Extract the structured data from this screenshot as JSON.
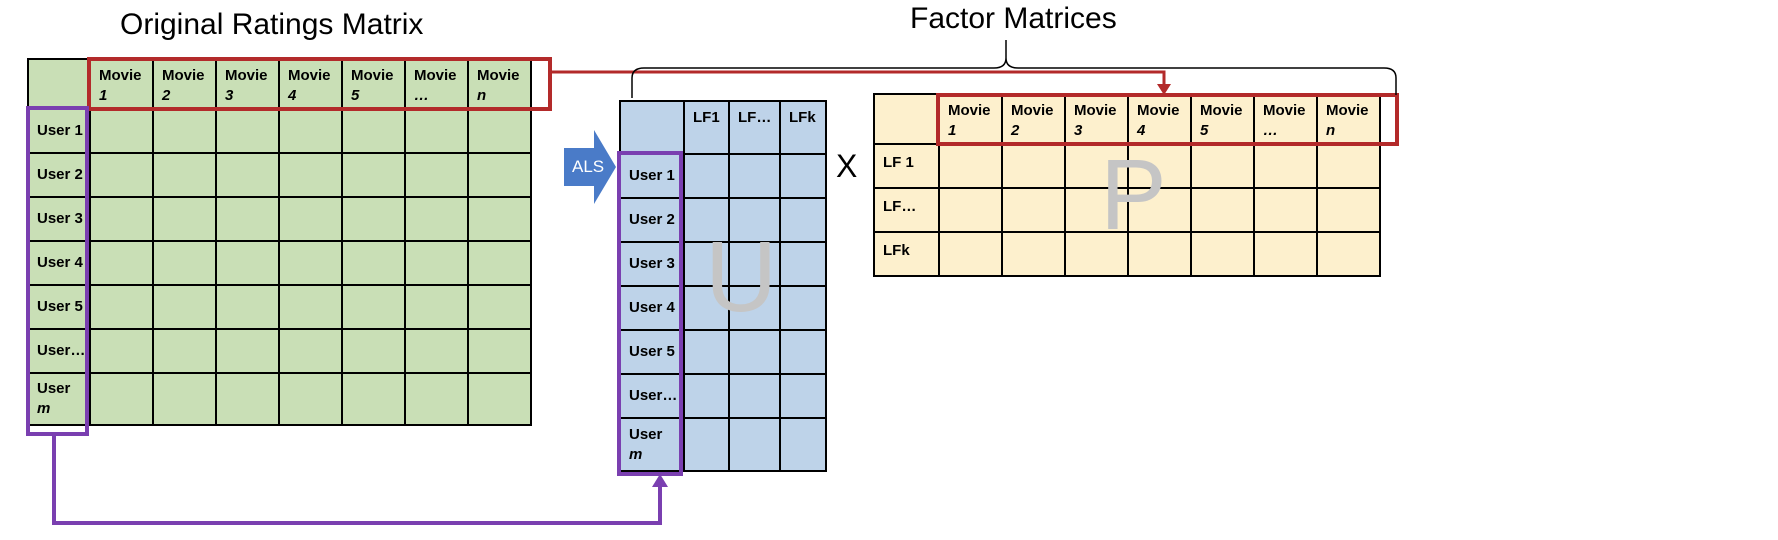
{
  "titles": {
    "original": "Original Ratings Matrix",
    "factor": "Factor Matrices"
  },
  "ratings_matrix": {
    "movie_headers": [
      {
        "line1": "Movie",
        "line2": "1"
      },
      {
        "line1": "Movie",
        "line2": "2"
      },
      {
        "line1": "Movie",
        "line2": "3"
      },
      {
        "line1": "Movie",
        "line2": "4"
      },
      {
        "line1": "Movie",
        "line2": "5"
      },
      {
        "line1": "Movie",
        "line2": "…"
      },
      {
        "line1": "Movie",
        "line2": "n"
      }
    ],
    "user_rows": [
      {
        "line1": "User 1",
        "line2": ""
      },
      {
        "line1": "User 2",
        "line2": ""
      },
      {
        "line1": "User 3",
        "line2": ""
      },
      {
        "line1": "User 4",
        "line2": ""
      },
      {
        "line1": "User 5",
        "line2": ""
      },
      {
        "line1": "User…",
        "line2": ""
      },
      {
        "line1": "User",
        "line2": "m"
      }
    ]
  },
  "als_label": "ALS",
  "u_matrix": {
    "label": "U",
    "factor_headers": [
      "LF1",
      "LF…",
      "LFk"
    ],
    "user_rows": [
      {
        "line1": "User 1",
        "line2": ""
      },
      {
        "line1": "User 2",
        "line2": ""
      },
      {
        "line1": "User 3",
        "line2": ""
      },
      {
        "line1": "User 4",
        "line2": ""
      },
      {
        "line1": "User 5",
        "line2": ""
      },
      {
        "line1": "User…",
        "line2": ""
      },
      {
        "line1": "User",
        "line2": "m"
      }
    ]
  },
  "multiply_symbol": "X",
  "p_matrix": {
    "label": "P",
    "movie_headers": [
      {
        "line1": "Movie",
        "line2": "1"
      },
      {
        "line1": "Movie",
        "line2": "2"
      },
      {
        "line1": "Movie",
        "line2": "3"
      },
      {
        "line1": "Movie",
        "line2": "4"
      },
      {
        "line1": "Movie",
        "line2": "5"
      },
      {
        "line1": "Movie",
        "line2": "…"
      },
      {
        "line1": "Movie",
        "line2": "n"
      }
    ],
    "factor_rows": [
      "LF 1",
      "LF…",
      "LFk"
    ]
  },
  "colors": {
    "green": "#c9dfb6",
    "blue": "#bed3e9",
    "yellow": "#fdf0cd",
    "red_highlight": "#b32a2a",
    "purple_highlight": "#7a3fb0",
    "als_arrow": "#4a7bc8"
  }
}
